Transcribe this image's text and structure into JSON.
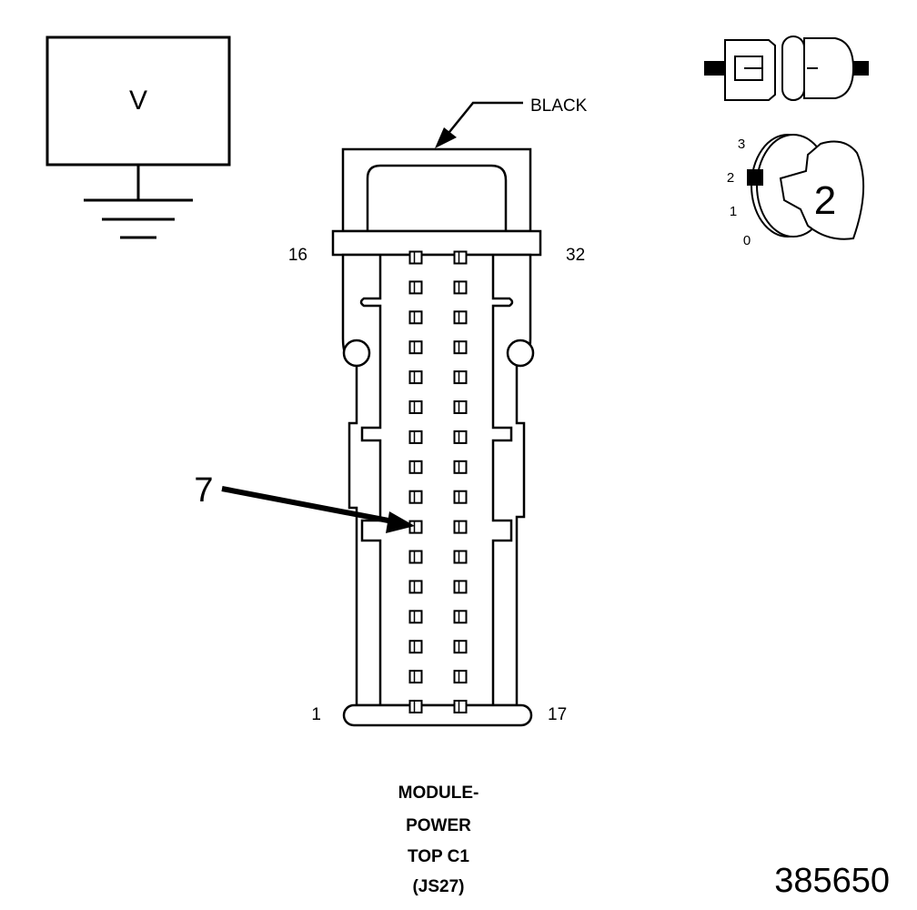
{
  "meter": {
    "symbol": "V"
  },
  "connector": {
    "color_label": "BLACK",
    "pin_16": "16",
    "pin_32": "32",
    "pin_1": "1",
    "pin_17": "17",
    "callout": "7"
  },
  "ignition_switch": {
    "positions": [
      "3",
      "2",
      "1",
      "0"
    ],
    "key_number": "2"
  },
  "caption": {
    "line1": "MODULE-",
    "line2": "POWER",
    "line3": "TOP C1",
    "line4": "(JS27)"
  },
  "figure_number": "385650"
}
